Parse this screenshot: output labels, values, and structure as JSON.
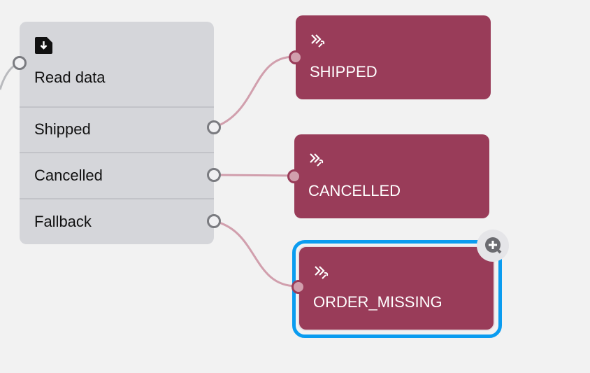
{
  "source_node": {
    "icon": "file-download-icon",
    "title": "Read data",
    "outputs": [
      {
        "label": "Shipped"
      },
      {
        "label": "Cancelled"
      },
      {
        "label": "Fallback"
      }
    ]
  },
  "target_nodes": [
    {
      "icon": "skip-tool-icon",
      "label": "SHIPPED",
      "selected": false
    },
    {
      "icon": "skip-tool-icon",
      "label": "CANCELLED",
      "selected": false
    },
    {
      "icon": "skip-tool-icon",
      "label": "ORDER_MISSING",
      "selected": true
    }
  ],
  "selected_node_action": {
    "icon": "zoom-in-icon"
  },
  "colors": {
    "canvas": "#f2f2f2",
    "source_node": "#d5d6da",
    "target_node": "#993c59",
    "wire": "#d19fad",
    "selection": "#0b9cf0"
  }
}
